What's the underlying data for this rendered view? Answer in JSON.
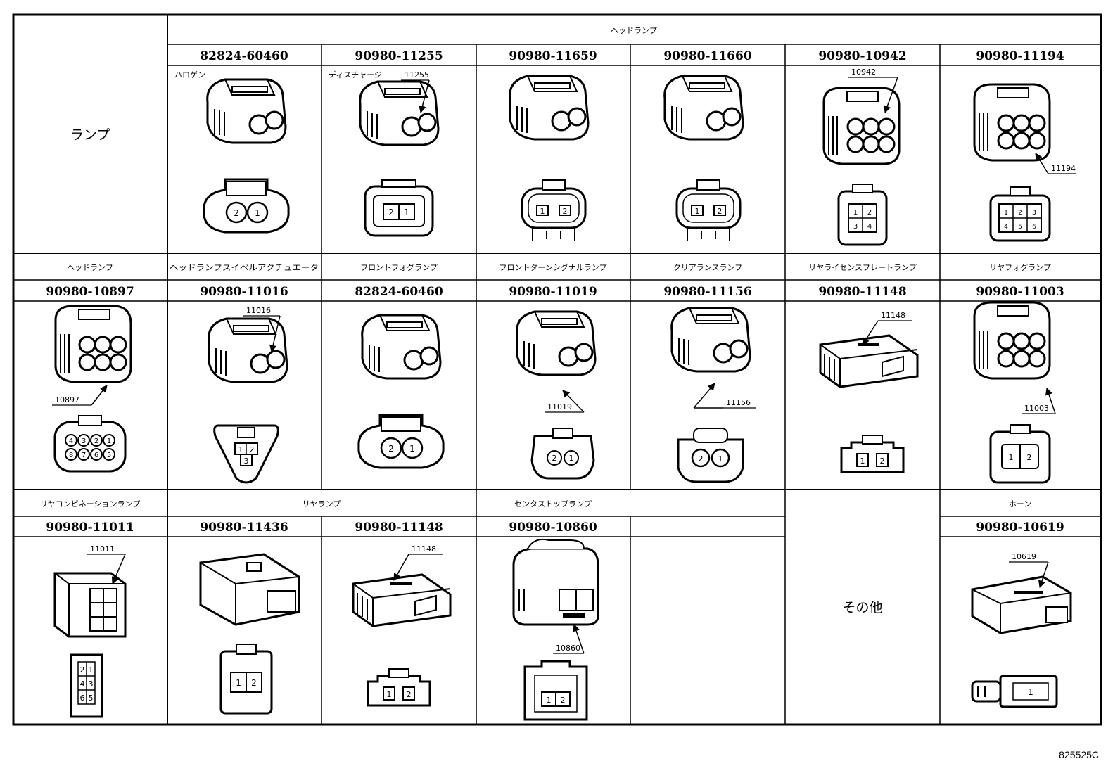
{
  "lamp_label": "ランプ",
  "other_label": "その他",
  "figure_ref": "825525C",
  "row1": {
    "category": "ヘッドランプ",
    "cells": [
      {
        "part": "82824-60460",
        "note": "ハロゲン",
        "callout": "",
        "pins": [
          "2",
          "1"
        ]
      },
      {
        "part": "90980-11255",
        "note": "ディスチャージ",
        "callout": "11255",
        "pins": [
          "2",
          "1"
        ]
      },
      {
        "part": "90980-11659",
        "note": "",
        "callout": "",
        "pins": [
          "1",
          "2"
        ]
      },
      {
        "part": "90980-11660",
        "note": "",
        "callout": "",
        "pins": [
          "1",
          "2"
        ]
      },
      {
        "part": "90980-10942",
        "note": "",
        "callout": "10942",
        "pins": [
          "1",
          "2",
          "3",
          "4"
        ]
      },
      {
        "part": "90980-11194",
        "note": "",
        "callout": "11194",
        "pins": [
          "1",
          "2",
          "3",
          "4",
          "5",
          "6"
        ]
      }
    ]
  },
  "row2": {
    "cells": [
      {
        "category": "ヘッドランプ",
        "part": "90980-10897",
        "callout": "10897",
        "pins": [
          "4",
          "3",
          "2",
          "1",
          "8",
          "7",
          "6",
          "5"
        ]
      },
      {
        "category": "ヘッドランプスイベルアクチュエータ",
        "part": "90980-11016",
        "callout": "11016",
        "pins": [
          "1",
          "2",
          "3"
        ]
      },
      {
        "category": "フロントフォグランプ",
        "part": "82824-60460",
        "callout": "",
        "pins": [
          "2",
          "1"
        ]
      },
      {
        "category": "フロントターンシグナルランプ",
        "part": "90980-11019",
        "callout": "11019",
        "pins": [
          "2",
          "1"
        ]
      },
      {
        "category": "クリアランスランプ",
        "part": "90980-11156",
        "callout": "11156",
        "pins": [
          "2",
          "1"
        ]
      },
      {
        "category": "リヤライセンスプレートランプ",
        "part": "90980-11148",
        "callout": "11148",
        "pins": [
          "1",
          "2"
        ]
      },
      {
        "category": "リヤフォグランプ",
        "part": "90980-11003",
        "callout": "11003",
        "pins": [
          "1",
          "2"
        ]
      }
    ]
  },
  "row3": {
    "categories": [
      "リヤコンビネーションランプ",
      "リヤランプ",
      "センタストップランプ",
      "ホーン"
    ],
    "cells": [
      {
        "part": "90980-11011",
        "callout": "11011",
        "pins": [
          "2",
          "1",
          "4",
          "3",
          "6",
          "5"
        ]
      },
      {
        "part": "90980-11436",
        "callout": "",
        "pins": [
          "1",
          "2"
        ]
      },
      {
        "part": "90980-11148",
        "callout": "11148",
        "pins": [
          "1",
          "2"
        ]
      },
      {
        "part": "90980-10860",
        "callout": "10860",
        "pins": [
          "1",
          "2"
        ]
      },
      {
        "part": "90980-10619",
        "callout": "10619",
        "pins": [
          "1"
        ]
      }
    ]
  }
}
